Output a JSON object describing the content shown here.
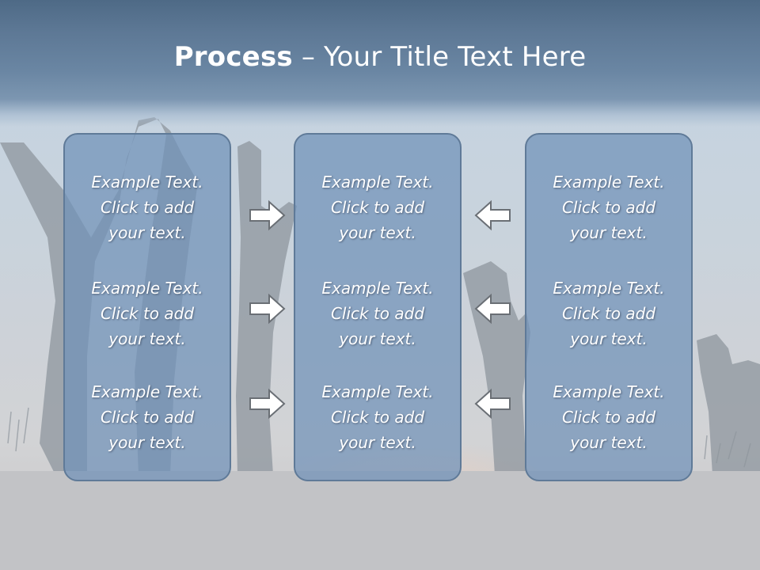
{
  "slide": {
    "title_bold": "Process",
    "title_rest": " – Your Title Text Here",
    "columns": [
      {
        "items": [
          "Example Text.\nClick  to add\nyour text.",
          "Example Text.\nClick  to add\nyour text.",
          "Example Text.\nClick  to add\nyour text."
        ]
      },
      {
        "items": [
          "Example Text.\nClick  to add\nyour text.",
          "Example Text.\nClick  to add\nyour text.",
          "Example Text.\nClick  to add\nyour text."
        ]
      },
      {
        "items": [
          "Example Text.\nClick  to add\nyour text.",
          "Example Text.\nClick  to add\nyour text.",
          "Example Text.\nClick  to add\nyour text."
        ]
      }
    ],
    "arrows": {
      "left_to_middle": "right-arrow-icon",
      "right_to_middle": "left-arrow-icon"
    },
    "colors": {
      "header": "#5d7895",
      "box_fill": "#7092b8",
      "box_border": "#5f7a98",
      "text": "#ffffff"
    }
  }
}
